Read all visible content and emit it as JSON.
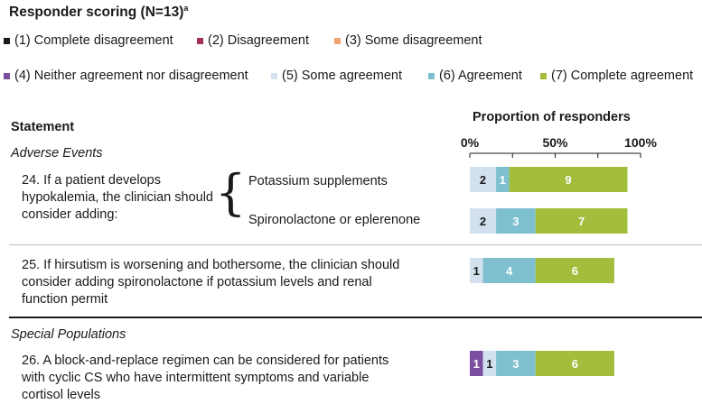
{
  "title": "Responder scoring (N=13)",
  "title_sup": "a",
  "legend": [
    {
      "label": "(1) Complete disagreement",
      "color": "#1a1a1a"
    },
    {
      "label": "(2) Disagreement",
      "color": "#a3344f"
    },
    {
      "label": "(3) Some disagreement",
      "color": "#f0a474"
    },
    {
      "label": "(4) Neither agreement nor disagreement",
      "color": "#7b4fa0"
    },
    {
      "label": "(5) Some agreement",
      "color": "#d3e1ee"
    },
    {
      "label": "(6) Agreement",
      "color": "#7ec0d0"
    },
    {
      "label": "(7) Complete agreement",
      "color": "#a3bd3c"
    }
  ],
  "statement_header": "Statement",
  "proportion_header": "Proportion of responders",
  "sections": {
    "adverse": "Adverse Events",
    "special": "Special Populations"
  },
  "statements": {
    "s24": "24. If a patient develops hypokalemia, the clinician should consider adding:",
    "s24_options": [
      "Potassium supplements",
      "Spironolactone or eplerenone"
    ],
    "s25": "25. If hirsutism is worsening and bothersome, the clinician should consider adding spironolactone if potassium levels and renal function permit",
    "s26": "26. A block-and-replace regimen can be considered for patients with cyclic CS who have intermittent symptoms and variable cortisol levels"
  },
  "chart_data": {
    "type": "bar",
    "orientation": "horizontal",
    "stacked": "percent",
    "total_n": 13,
    "xlim": [
      0,
      100
    ],
    "xticks": [
      "0%",
      "50%",
      "100%"
    ],
    "xlabel": "Proportion of responders",
    "categories": [
      "24. Potassium supplements",
      "24. Spironolactone or eplerenone",
      "25. Spironolactone for hirsutism",
      "26. Block-and-replace regimen"
    ],
    "series": [
      {
        "name": "(1) Complete disagreement",
        "color": "#1a1a1a",
        "values": [
          0,
          0,
          0,
          0
        ]
      },
      {
        "name": "(2) Disagreement",
        "color": "#a3344f",
        "values": [
          0,
          0,
          0,
          0
        ]
      },
      {
        "name": "(3) Some disagreement",
        "color": "#f0a474",
        "values": [
          0,
          0,
          0,
          0
        ]
      },
      {
        "name": "(4) Neither agreement nor disagreement",
        "color": "#7b4fa0",
        "values": [
          0,
          0,
          0,
          1
        ]
      },
      {
        "name": "(5) Some agreement",
        "color": "#d3e1ee",
        "values": [
          2,
          2,
          1,
          1
        ]
      },
      {
        "name": "(6) Agreement",
        "color": "#7ec0d0",
        "values": [
          1,
          3,
          4,
          3
        ]
      },
      {
        "name": "(7) Complete agreement",
        "color": "#a3bd3c",
        "values": [
          9,
          7,
          6,
          6
        ]
      }
    ]
  }
}
